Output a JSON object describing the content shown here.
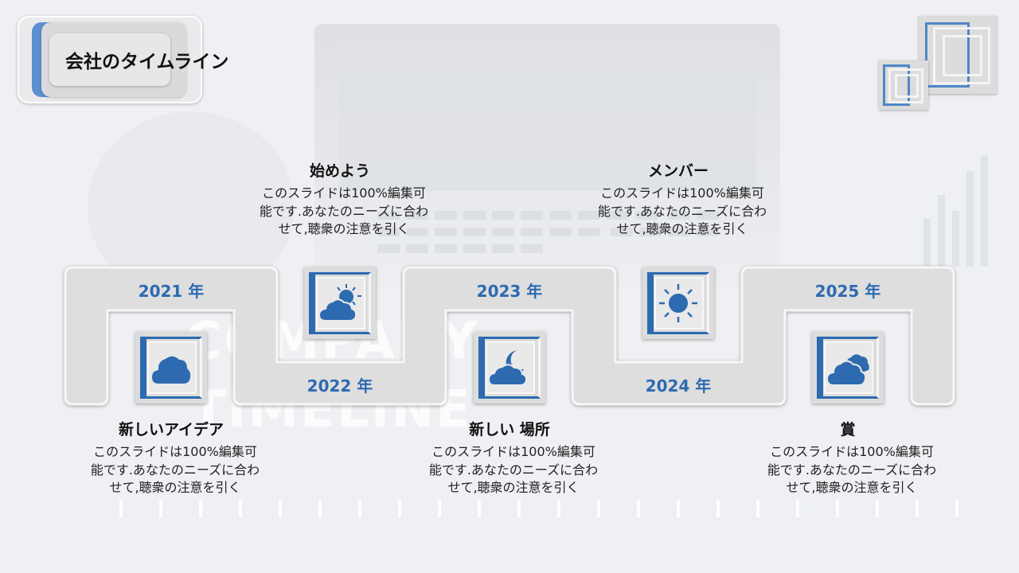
{
  "title": "会社のタイムライン",
  "background_words": [
    "COMPANY",
    "TIMELINE"
  ],
  "accent_color": "#2d6ab0",
  "milestones": [
    {
      "year": "2021 年",
      "heading": "新しいアイデア",
      "description": "このスライドは100%編集可能です.あなたのニーズに合わせて,聴衆の注意を引く",
      "icon": "cloud-icon"
    },
    {
      "year": "2022 年",
      "heading": "始めよう",
      "description": "このスライドは100%編集可能です.あなたのニーズに合わせて,聴衆の注意を引く",
      "icon": "partly-sunny-icon"
    },
    {
      "year": "2023 年",
      "heading": "新しい 場所",
      "description": "このスライドは100%編集可能です.あなたのニーズに合わせて,聴衆の注意を引く",
      "icon": "night-cloud-icon"
    },
    {
      "year": "2024 年",
      "heading": "メンバー",
      "description": "このスライドは100%編集可能です.あなたのニーズに合わせて,聴衆の注意を引く",
      "icon": "sun-icon"
    },
    {
      "year": "2025 年",
      "heading": "賞",
      "description": "このスライドは100%編集可能です.あなたのニーズに合わせて,聴衆の注意を引く",
      "icon": "clouds-icon"
    }
  ]
}
